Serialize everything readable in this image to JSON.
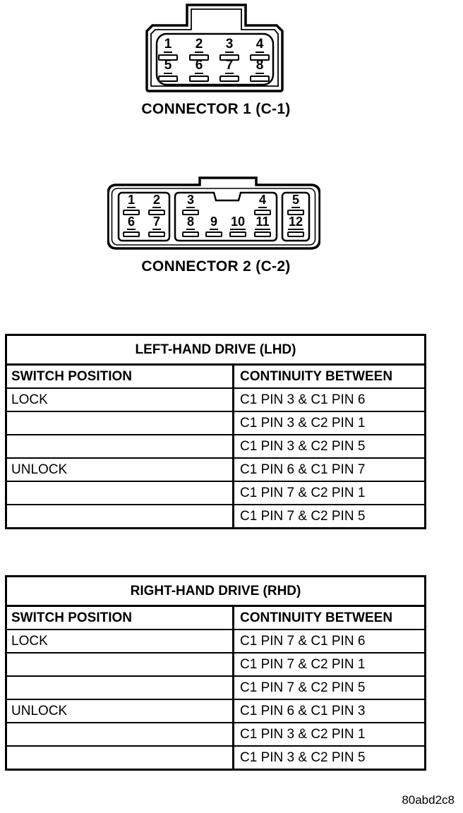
{
  "connector1": {
    "label": "CONNECTOR 1 (C-1)",
    "pins_row1": [
      "1",
      "2",
      "3",
      "4"
    ],
    "pins_row2": [
      "5",
      "6",
      "7",
      "8"
    ]
  },
  "connector2": {
    "label": "CONNECTOR 2 (C-2)",
    "compartments": [
      {
        "top": [
          "1",
          "2"
        ],
        "bottom": [
          "6",
          "7"
        ]
      },
      {
        "top": [
          "3",
          "4"
        ],
        "bottom": [
          "8",
          "9",
          "10",
          "11"
        ]
      },
      {
        "top": [
          "5"
        ],
        "bottom": [
          "12"
        ]
      }
    ]
  },
  "lhd_table": {
    "title": "LEFT-HAND DRIVE (LHD)",
    "col1": "SWITCH POSITION",
    "col2": "CONTINUITY BETWEEN",
    "rows": [
      {
        "position": "LOCK",
        "continuity": "C1 PIN 3 & C1 PIN 6"
      },
      {
        "position": "",
        "continuity": "C1 PIN 3 & C2 PIN 1"
      },
      {
        "position": "",
        "continuity": "C1 PIN 3 & C2 PIN 5"
      },
      {
        "position": "UNLOCK",
        "continuity": "C1 PIN 6 & C1 PIN 7"
      },
      {
        "position": "",
        "continuity": "C1 PIN 7 & C2 PIN 1"
      },
      {
        "position": "",
        "continuity": "C1 PIN 7 & C2 PIN 5"
      }
    ]
  },
  "rhd_table": {
    "title": "RIGHT-HAND DRIVE (RHD)",
    "col1": "SWITCH POSITION",
    "col2": "CONTINUITY BETWEEN",
    "rows": [
      {
        "position": "LOCK",
        "continuity": "C1 PIN 7 & C1 PIN 6"
      },
      {
        "position": "",
        "continuity": "C1 PIN 7 & C2 PIN 1"
      },
      {
        "position": "",
        "continuity": "C1 PIN 7 & C2 PIN 5"
      },
      {
        "position": "UNLOCK",
        "continuity": "C1 PIN 6 & C1 PIN 3"
      },
      {
        "position": "",
        "continuity": "C1 PIN 3 & C2 PIN 1"
      },
      {
        "position": "",
        "continuity": "C1 PIN 3 & C2 PIN 5"
      }
    ]
  },
  "figure_code": "80abd2c8",
  "colors": {
    "ink": "#000000",
    "paper": "#ffffff"
  }
}
